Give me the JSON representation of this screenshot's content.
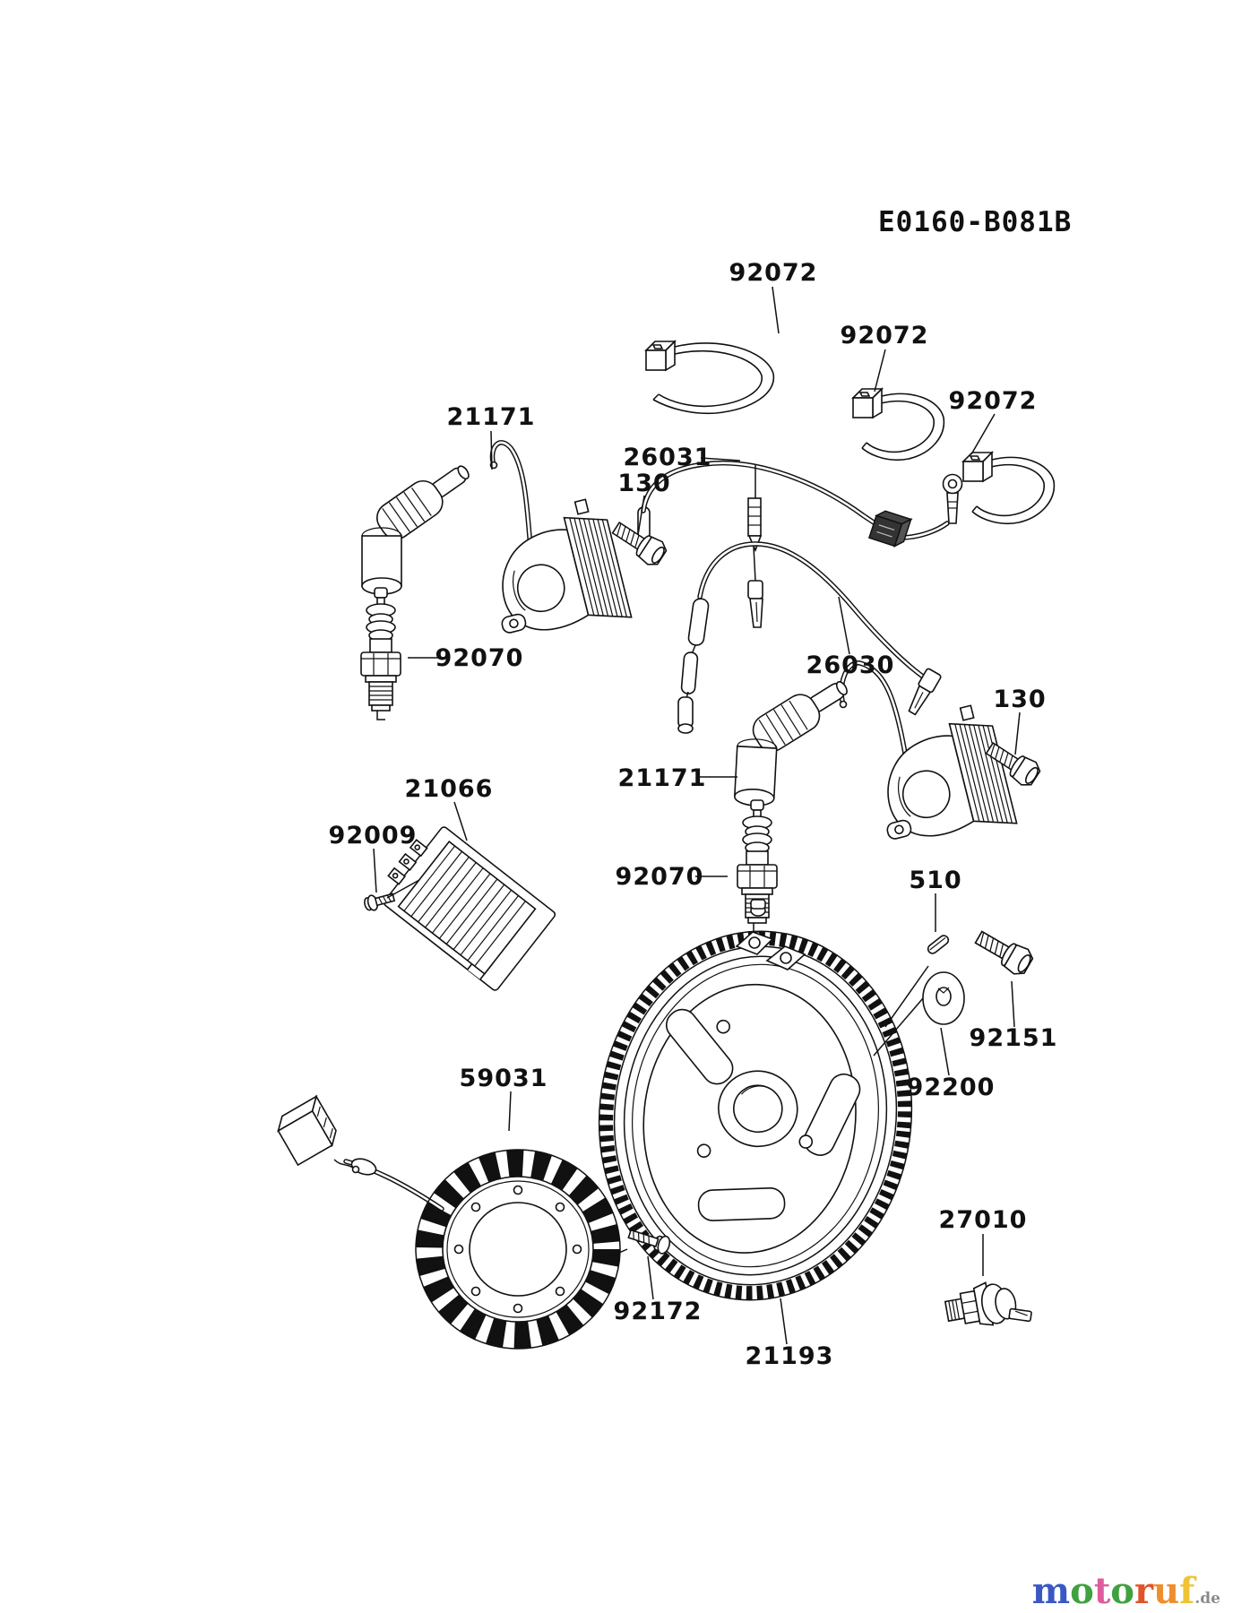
{
  "diagram": {
    "code": "E0160-B081B",
    "part_labels": [
      {
        "ref": "92072-top",
        "text": "92072"
      },
      {
        "ref": "92072-middle",
        "text": "92072"
      },
      {
        "ref": "92072-right",
        "text": "92072"
      },
      {
        "ref": "21171-left",
        "text": "21171"
      },
      {
        "ref": "26031",
        "text": "26031"
      },
      {
        "ref": "130-left",
        "text": "130"
      },
      {
        "ref": "92070-left",
        "text": "92070"
      },
      {
        "ref": "26030",
        "text": "26030"
      },
      {
        "ref": "21171-center",
        "text": "21171"
      },
      {
        "ref": "92070-center",
        "text": "92070"
      },
      {
        "ref": "130-right",
        "text": "130"
      },
      {
        "ref": "21066",
        "text": "21066"
      },
      {
        "ref": "92009",
        "text": "92009"
      },
      {
        "ref": "59031",
        "text": "59031"
      },
      {
        "ref": "510",
        "text": "510"
      },
      {
        "ref": "92151",
        "text": "92151"
      },
      {
        "ref": "92200",
        "text": "92200"
      },
      {
        "ref": "92172",
        "text": "92172"
      },
      {
        "ref": "21193",
        "text": "21193"
      },
      {
        "ref": "27010",
        "text": "27010"
      }
    ]
  },
  "watermark": {
    "letters": [
      {
        "ch": "m",
        "style": "color:#3a57c4"
      },
      {
        "ch": "o",
        "style": "color:#3fa13f"
      },
      {
        "ch": "t",
        "style": "color:#df5b9e"
      },
      {
        "ch": "o",
        "style": "color:#3fa13f"
      },
      {
        "ch": "r",
        "style": "color:#e0542a"
      },
      {
        "ch": "u",
        "style": "color:#ef8e2d"
      },
      {
        "ch": "f",
        "style": "color:#eec335"
      }
    ],
    "suffix": ".de"
  }
}
